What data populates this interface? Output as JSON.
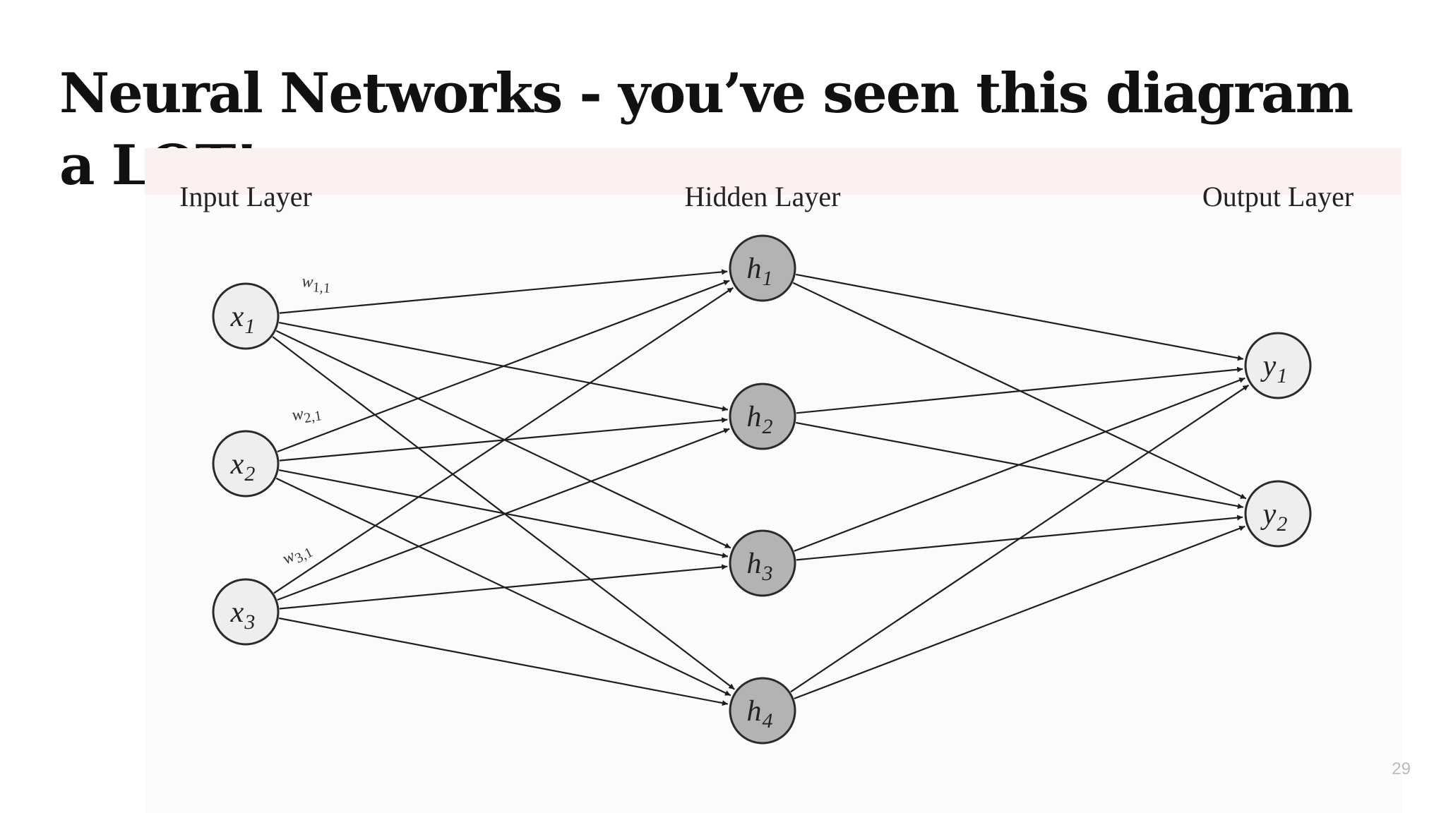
{
  "slide": {
    "title": "Neural Networks - you’ve seen this diagram a LOT!",
    "page_number": "29"
  },
  "diagram": {
    "layer_labels": {
      "input": "Input Layer",
      "hidden": "Hidden Layer",
      "output": "Output Layer"
    },
    "input_nodes": [
      {
        "var": "x",
        "sub": "1"
      },
      {
        "var": "x",
        "sub": "2"
      },
      {
        "var": "x",
        "sub": "3"
      }
    ],
    "hidden_nodes": [
      {
        "var": "h",
        "sub": "1"
      },
      {
        "var": "h",
        "sub": "2"
      },
      {
        "var": "h",
        "sub": "3"
      },
      {
        "var": "h",
        "sub": "4"
      }
    ],
    "output_nodes": [
      {
        "var": "y",
        "sub": "1"
      },
      {
        "var": "y",
        "sub": "2"
      }
    ],
    "weight_labels": [
      {
        "var": "w",
        "sub": "1,1"
      },
      {
        "var": "w",
        "sub": "2,1"
      },
      {
        "var": "w",
        "sub": "3,1"
      }
    ],
    "connections": "fully-connected",
    "colors": {
      "input_fill": "#eeeeee",
      "hidden_fill": "#b3b3b3",
      "output_fill": "#eeeeee",
      "edge": "#1e1e1e"
    }
  }
}
